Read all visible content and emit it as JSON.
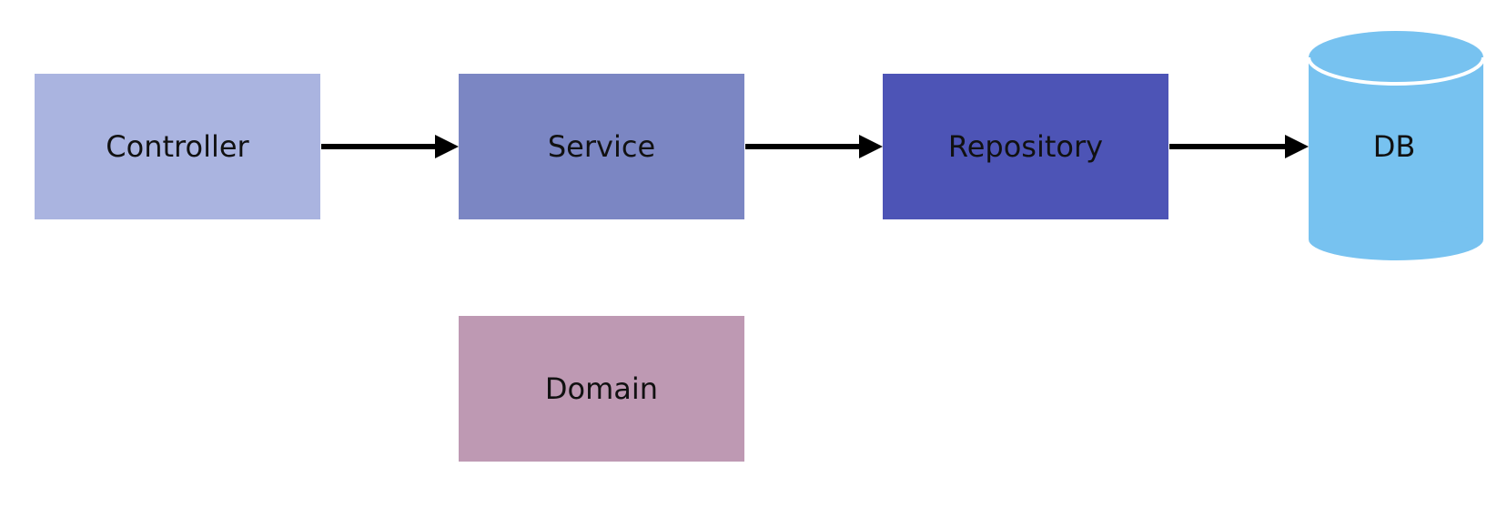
{
  "diagram": {
    "nodes": [
      {
        "id": "controller",
        "label": "Controller",
        "color": "#AAB4E0"
      },
      {
        "id": "service",
        "label": "Service",
        "color": "#7B86C3"
      },
      {
        "id": "repository",
        "label": "Repository",
        "color": "#4D54B6"
      },
      {
        "id": "db",
        "label": "DB",
        "color": "#77C2F0",
        "shape": "cylinder"
      },
      {
        "id": "domain",
        "label": "Domain",
        "color": "#BE99B3"
      }
    ],
    "edges": [
      {
        "from": "controller",
        "to": "service"
      },
      {
        "from": "service",
        "to": "repository"
      },
      {
        "from": "repository",
        "to": "db"
      }
    ],
    "edge_color": "#000000"
  }
}
